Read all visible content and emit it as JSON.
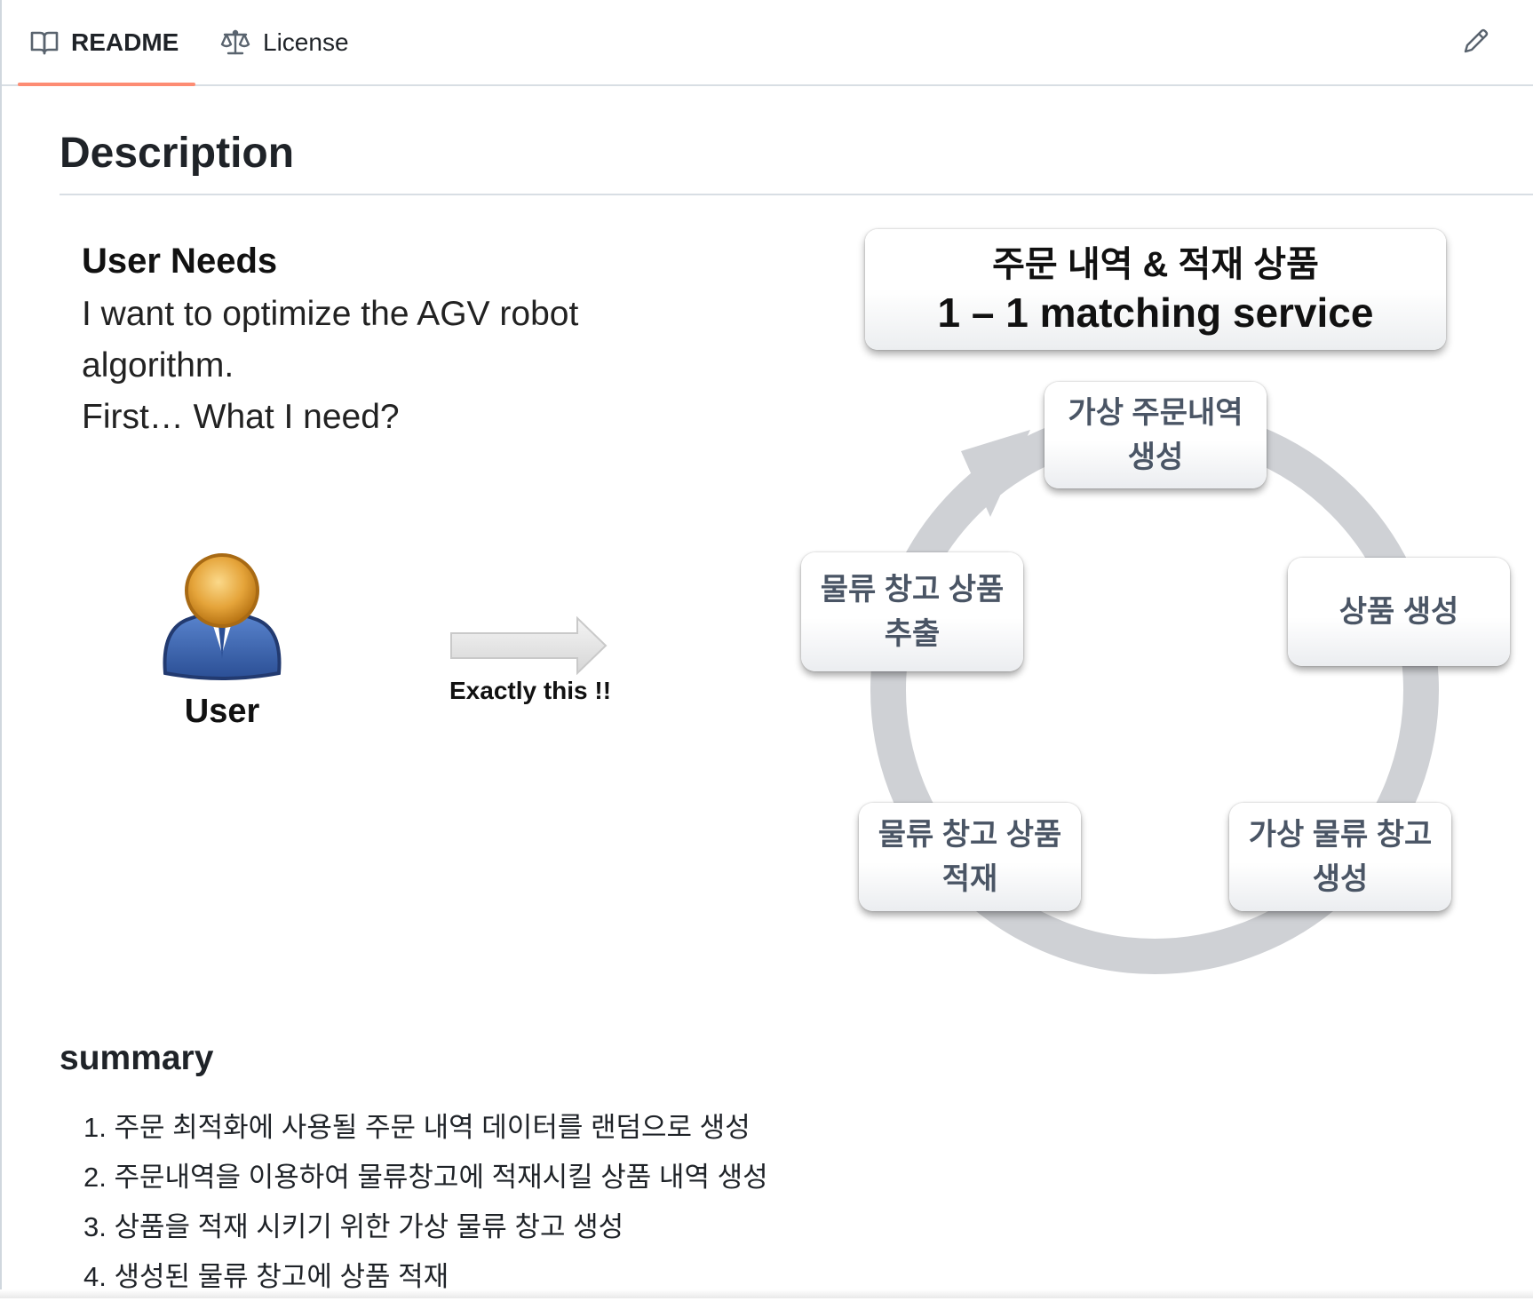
{
  "tabs": [
    {
      "label": "README",
      "icon": "book-icon",
      "active": true
    },
    {
      "label": "License",
      "icon": "law-scale-icon",
      "active": false
    }
  ],
  "edit_icon": "pencil-icon",
  "colors": {
    "active_tab_underline": "#fd8c73",
    "box_text": "#4a5565",
    "cycle_ring": "#cfd1d5"
  },
  "description": {
    "heading": "Description",
    "user_needs": {
      "title": "User Needs",
      "lines": [
        "I want to optimize the AGV robot",
        "algorithm.",
        "First… What I need?"
      ]
    },
    "figure": {
      "user_label": "User",
      "arrow_label": "Exactly this !!",
      "title_line1": "주문 내역 & 적재 상품",
      "title_line2": "1 – 1 matching service",
      "cycle_steps": [
        {
          "line1": "가상 주문내역",
          "line2": "생성"
        },
        {
          "line1": "상품 생성",
          "line2": ""
        },
        {
          "line1": "가상 물류 창고",
          "line2": "생성"
        },
        {
          "line1": "물류 창고 상품",
          "line2": "적재"
        },
        {
          "line1": "물류 창고 상품",
          "line2": "추출"
        }
      ]
    }
  },
  "summary": {
    "heading": "summary",
    "items": [
      "1. 주문 최적화에 사용될 주문 내역 데이터를 랜덤으로 생성",
      "2. 주문내역을 이용하여 물류창고에 적재시킬 상품 내역 생성",
      "3. 상품을 적재 시키기 위한 가상 물류 창고 생성",
      "4. 생성된 물류 창고에 상품 적재"
    ]
  }
}
